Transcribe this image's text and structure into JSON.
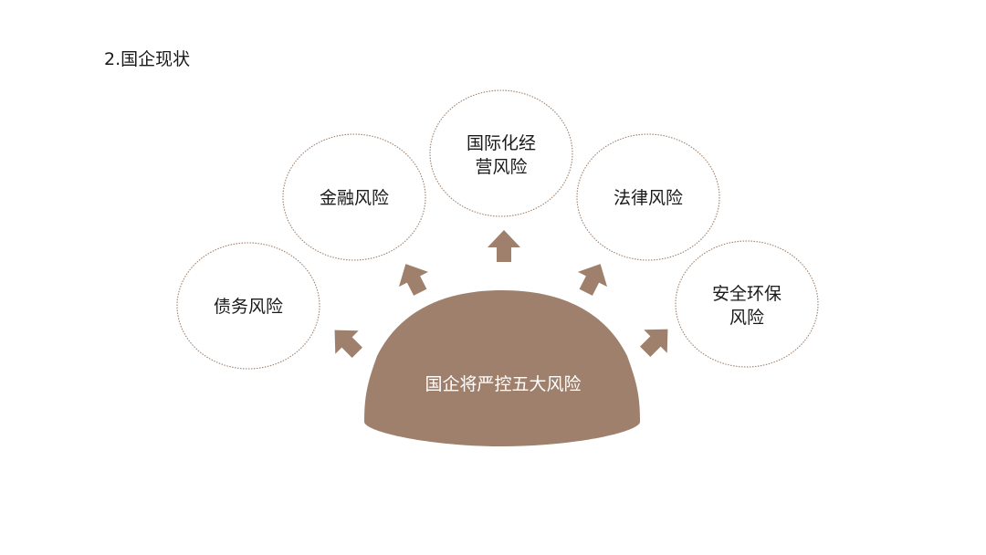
{
  "page": {
    "title": "2.国企现状"
  },
  "diagram": {
    "center_label": "国企将严控五大风险",
    "risks": [
      {
        "lines": [
          "债务风险"
        ]
      },
      {
        "lines": [
          "金融风险"
        ]
      },
      {
        "lines": [
          "国际化经",
          "营风险"
        ]
      },
      {
        "lines": [
          "法律风险"
        ]
      },
      {
        "lines": [
          "安全环保",
          "风险"
        ]
      }
    ],
    "colors": {
      "accent": "#9e806c",
      "circle_stroke": "#9e806c",
      "circle_fill": "#ffffff",
      "center_text": "#ffffff",
      "text": "#1a1a1a"
    },
    "icons": [
      "arrow-up-icon"
    ]
  }
}
